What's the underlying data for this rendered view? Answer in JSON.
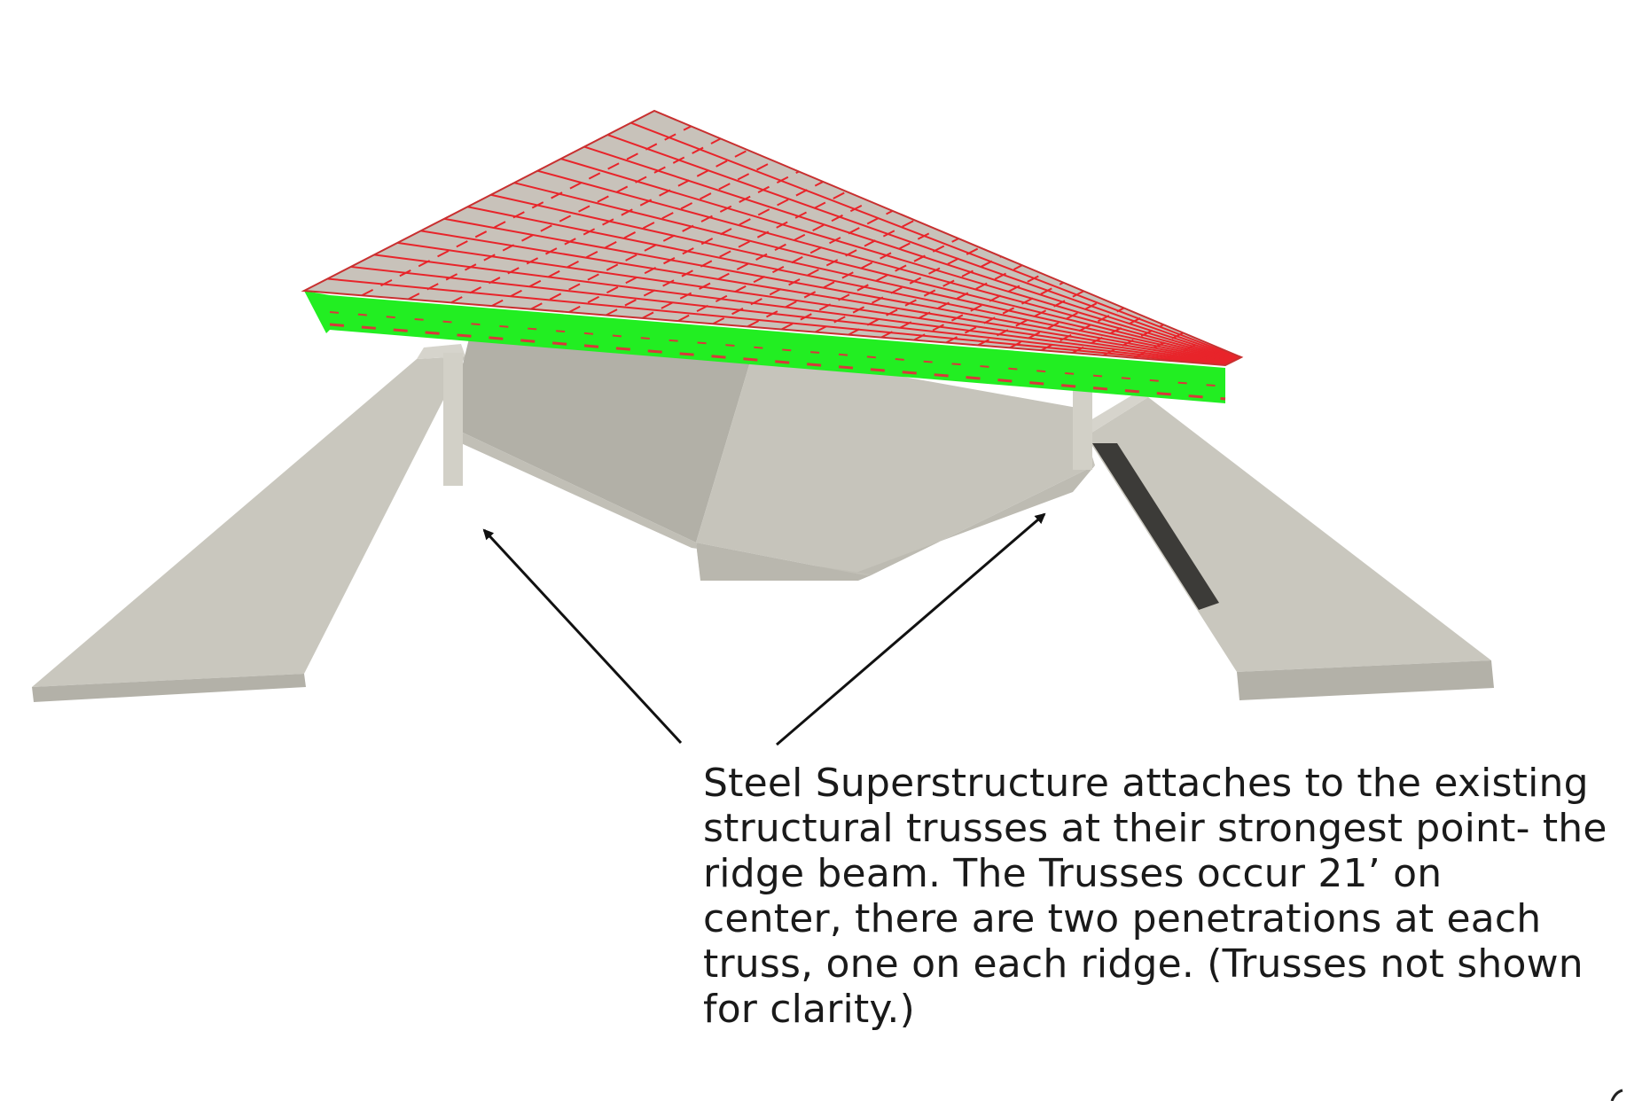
{
  "caption": {
    "lines": [
      "Steel Superstructure attaches to the existing",
      "structural trusses at their strongest point- the",
      "ridge beam. The Trusses occur 21’ on",
      "center, there are two penetrations at each",
      "truss, one on each ridge. (Trusses not shown",
      "for clarity.)"
    ]
  },
  "colors": {
    "background": "#ffffff",
    "concrete_light": "#c8c6bd",
    "concrete_mid": "#b9b7ae",
    "concrete_dark": "#a7a59c",
    "deck_surface": "#c9c3bb",
    "deck_grid": "#e8242a",
    "deck_edge": "#22ee22",
    "arrow": "#111111",
    "text": "#1a1a1a"
  },
  "icons": {
    "arrows": [
      "arrow-to-left-ridge-penetration",
      "arrow-to-right-ridge-penetration"
    ]
  }
}
